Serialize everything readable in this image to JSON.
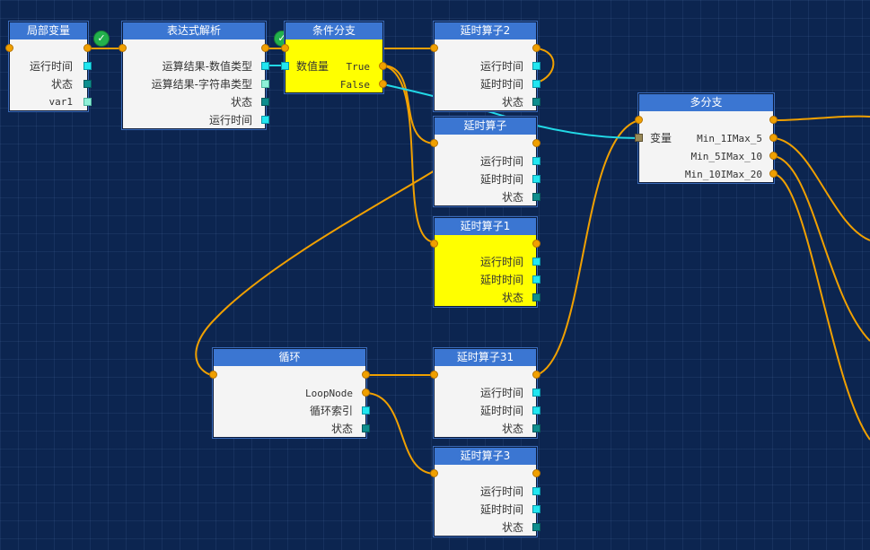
{
  "nodes": {
    "local_vars": {
      "title": "局部变量",
      "out": [
        "运行时间",
        "状态",
        "var1"
      ]
    },
    "expr_parse": {
      "title": "表达式解析",
      "out": [
        "运算结果-数值类型",
        "运算结果-字符串类型",
        "状态",
        "运行时间"
      ]
    },
    "cond_branch": {
      "title": "条件分支",
      "in": "数值量",
      "out": [
        "True",
        "False"
      ]
    },
    "delay2": {
      "title": "延时算子2",
      "out": [
        "运行时间",
        "延时时间",
        "状态"
      ]
    },
    "delay": {
      "title": "延时算子",
      "out": [
        "运行时间",
        "延时时间",
        "状态"
      ]
    },
    "delay1": {
      "title": "延时算子1",
      "out": [
        "运行时间",
        "延时时间",
        "状态"
      ]
    },
    "multi_branch": {
      "title": "多分支",
      "in": "变量",
      "out": [
        "Min_1IMax_5",
        "Min_5IMax_10",
        "Min_10IMax_20"
      ]
    },
    "loop": {
      "title": "循环",
      "out": [
        "LoopNode",
        "循环索引",
        "状态"
      ]
    },
    "delay31": {
      "title": "延时算子31",
      "out": [
        "运行时间",
        "延时时间",
        "状态"
      ]
    },
    "delay3": {
      "title": "延时算子3",
      "out": [
        "运行时间",
        "延时时间",
        "状态"
      ]
    }
  },
  "colors": {
    "flow_wire": "#f0a000",
    "data_wire": "#22d8e6",
    "background": "#0c2550",
    "header": "#3b76d2",
    "highlight": "#ffff00"
  },
  "icons": {
    "status_ok": "check-circle-icon"
  }
}
